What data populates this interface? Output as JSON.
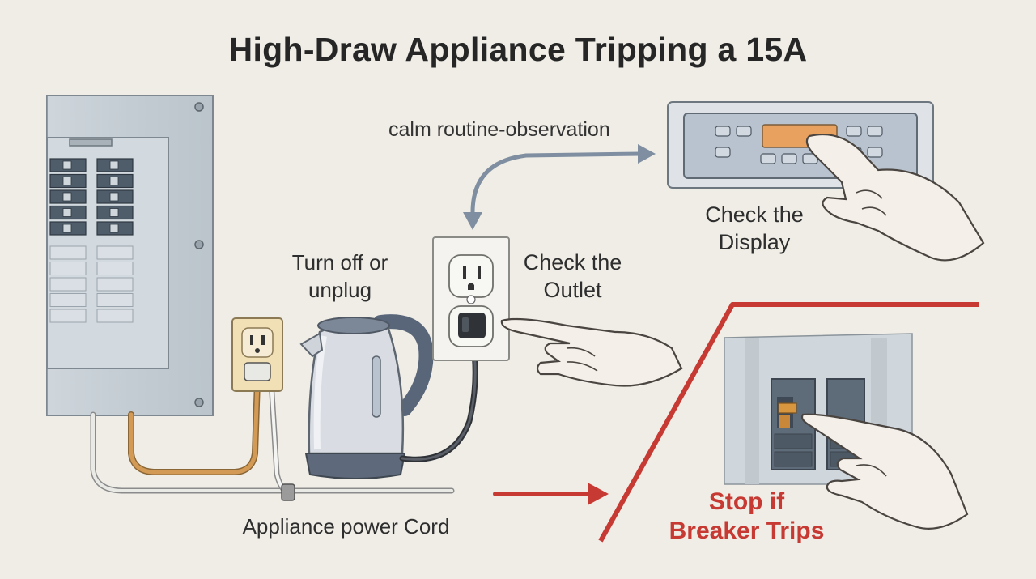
{
  "title": "High-Draw Appliance Tripping a 15A",
  "labels": {
    "observation": "calm routine-observation",
    "check_display": [
      "Check the",
      "Display"
    ],
    "turn_off": [
      "Turn off or",
      "unplug"
    ],
    "check_outlet": [
      "Check the",
      "Outlet"
    ],
    "power_cord": "Appliance power Cord",
    "stop_breaker": [
      "Stop if",
      "Breaker Trips"
    ]
  },
  "colors": {
    "background": "#efede6",
    "panel": "#c3ccd4",
    "warning": "#c73a33",
    "display": "#e8a15e",
    "cord_orange": "#d39a55"
  }
}
